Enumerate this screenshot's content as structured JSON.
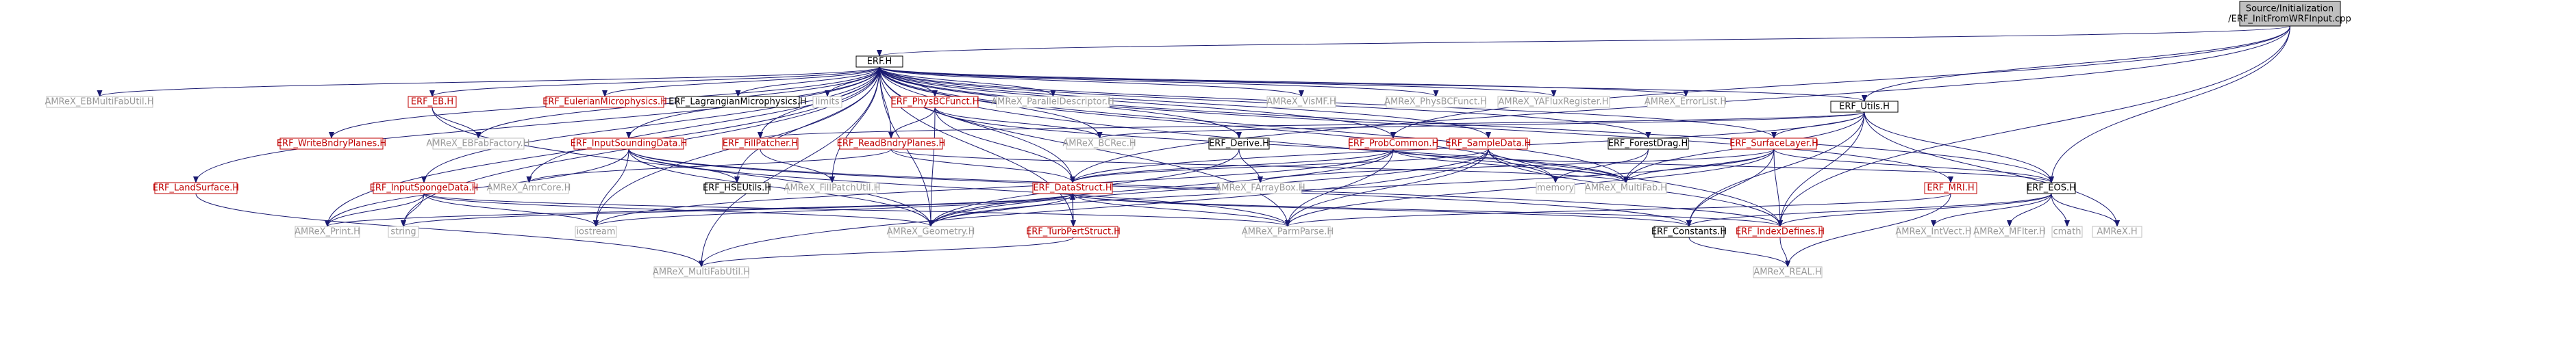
{
  "colors": {
    "edge": "#191970",
    "text_normal": "#000000",
    "text_link": "#bf0000",
    "text_external": "#999999",
    "border_normal": "#000000",
    "border_link": "#bf0000",
    "border_external": "#bfbfbf",
    "root_fill": "#bfbfbf"
  },
  "root": {
    "line1": "Source/Initialization",
    "line2": "/ERF_InitFromWRFInput.cpp"
  },
  "nodes": {
    "erf_h": "ERF.H",
    "erf_utils": "ERF_Utils.H",
    "erf_eos": "ERF_EOS.H",
    "ebmultifab": "AMReX_EBMultiFabUtil.H",
    "eb": "ERF_EB.H",
    "euler": "ERF_EulerianMicrophysics.H",
    "lagr": "ERF_LagrangianMicrophysics.H",
    "limits": "limits",
    "physbcfunct": "ERF_PhysBCFunct.H",
    "paralleldesc": "AMReX_ParallelDescriptor.H",
    "vismf": "AMReX_VisMF.H",
    "amrex_physbc": "AMReX_PhysBCFunct.H",
    "yaflux": "AMReX_YAFluxRegister.H",
    "errorlist": "AMReX_ErrorList.H",
    "writebndry": "ERF_WriteBndryPlanes.H",
    "ebfab": "AMReX_EBFabFactory.H",
    "inputsounding": "ERF_InputSoundingData.H",
    "fillpatcher": "ERF_FillPatcher.H",
    "readbndry": "ERF_ReadBndryPlanes.H",
    "bcrec": "AMReX_BCRec.H",
    "derive": "ERF_Derive.H",
    "probcommon": "ERF_ProbCommon.H",
    "sampledata": "ERF_SampleData.H",
    "forestdrag": "ERF_ForestDrag.H",
    "surfacelayer": "ERF_SurfaceLayer.H",
    "landsurface": "ERF_LandSurface.H",
    "inputsponge": "ERF_InputSpongeData.H",
    "amrcore": "AMReX_AmrCore.H",
    "hseutils": "ERF_HSEUtils.H",
    "fillpatchutil": "AMReX_FillPatchUtil.H",
    "datastruct": "ERF_DataStruct.H",
    "farraybox": "AMReX_FArrayBox.H",
    "memory": "memory",
    "multifab": "AMReX_MultiFab.H",
    "mri": "ERF_MRI.H",
    "print": "AMReX_Print.H",
    "string": "string",
    "iostream": "iostream",
    "geometry": "AMReX_Geometry.H",
    "turbpert": "ERF_TurbPertStruct.H",
    "parmparse": "AMReX_ParmParse.H",
    "constants": "ERF_Constants.H",
    "indexdefines": "ERF_IndexDefines.H",
    "intvect": "AMReX_IntVect.H",
    "mfiter": "AMReX_MFIter.H",
    "cmath": "cmath",
    "amrex_h": "AMReX.H",
    "multifabutil": "AMReX_MultiFabUtil.H",
    "real": "AMReX_REAL.H"
  }
}
